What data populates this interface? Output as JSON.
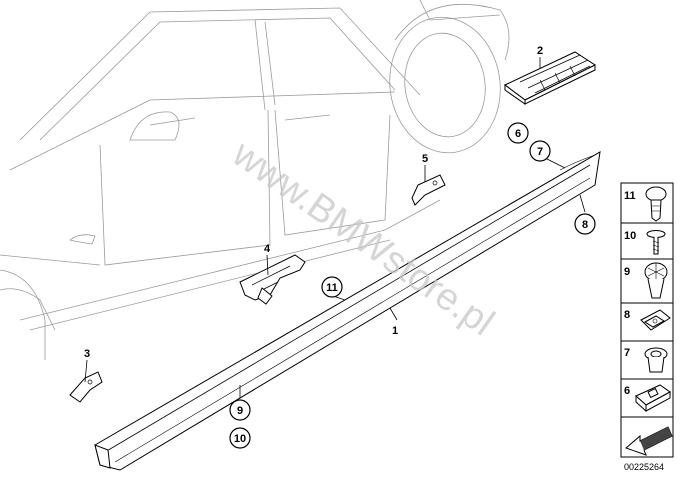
{
  "diagram": {
    "watermark": "www.BMWstore.pl",
    "diagram_code": "00225264",
    "callouts": [
      {
        "id": "1",
        "label": "1",
        "circled": false
      },
      {
        "id": "2",
        "label": "2",
        "circled": false
      },
      {
        "id": "3",
        "label": "3",
        "circled": false
      },
      {
        "id": "4",
        "label": "4",
        "circled": false
      },
      {
        "id": "5",
        "label": "5",
        "circled": false
      },
      {
        "id": "6",
        "label": "6",
        "circled": true
      },
      {
        "id": "7",
        "label": "7",
        "circled": true
      },
      {
        "id": "8",
        "label": "8",
        "circled": true
      },
      {
        "id": "9",
        "label": "9",
        "circled": true
      },
      {
        "id": "10",
        "label": "10",
        "circled": true
      },
      {
        "id": "11",
        "label": "11",
        "circled": true
      }
    ],
    "legend": [
      {
        "id": "11",
        "label": "11"
      },
      {
        "id": "10",
        "label": "10"
      },
      {
        "id": "9",
        "label": "9"
      },
      {
        "id": "8",
        "label": "8"
      },
      {
        "id": "7",
        "label": "7"
      },
      {
        "id": "6",
        "label": "6"
      }
    ]
  }
}
